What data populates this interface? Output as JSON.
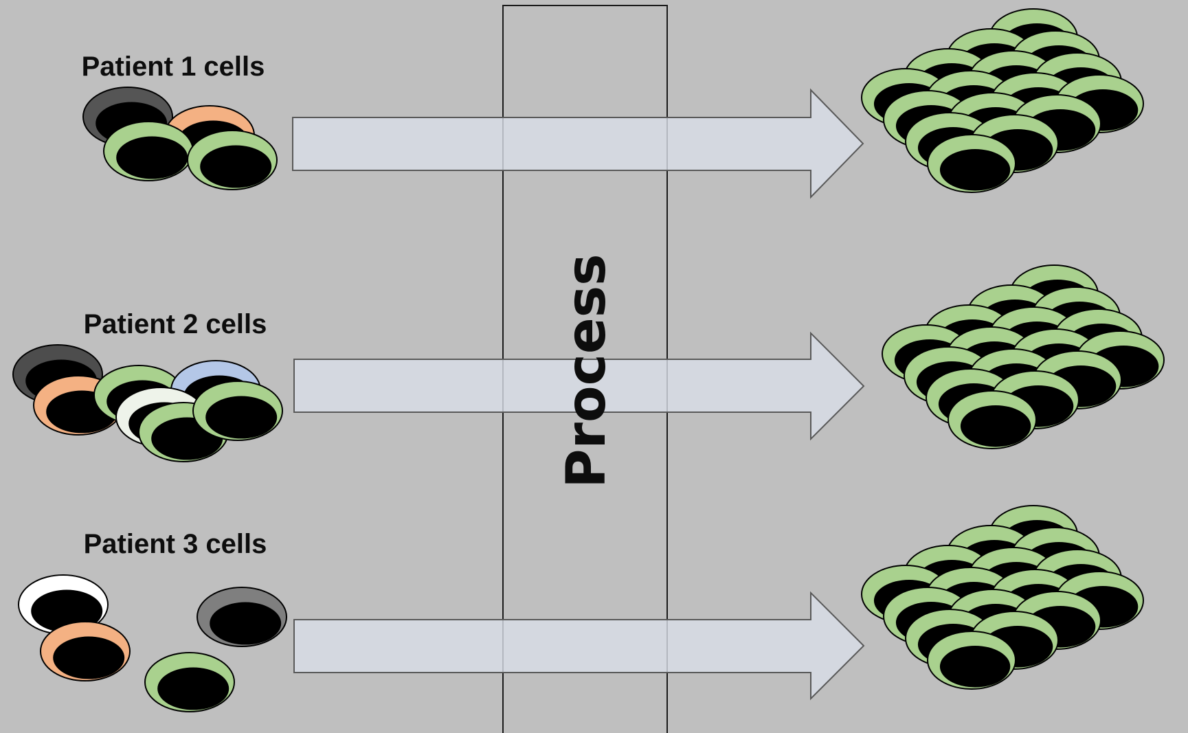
{
  "process_label": "Process",
  "rows": [
    {
      "label": "Patient 1 cells",
      "input_cells": [
        {
          "body": "#555555",
          "nucleus": "#000000"
        },
        {
          "body": "#f4b183",
          "nucleus": "#000000"
        },
        {
          "body": "#a9d18e",
          "nucleus": "#000000"
        },
        {
          "body": "#a9d18e",
          "nucleus": "#000000"
        }
      ],
      "output_cell_color": "#a9d18e"
    },
    {
      "label": "Patient 2 cells",
      "input_cells": [
        {
          "body": "#4d4d4d",
          "nucleus": "#000000"
        },
        {
          "body": "#f4b183",
          "nucleus": "#000000"
        },
        {
          "body": "#a9d18e",
          "nucleus": "#000000"
        },
        {
          "body": "#b4c7e7",
          "nucleus": "#000000"
        },
        {
          "body": "#eef3ea",
          "nucleus": "#000000"
        },
        {
          "body": "#a9d18e",
          "nucleus": "#000000"
        },
        {
          "body": "#a9d18e",
          "nucleus": "#000000"
        }
      ],
      "output_cell_color": "#a9d18e"
    },
    {
      "label": "Patient 3 cells",
      "input_cells": [
        {
          "body": "#ffffff",
          "nucleus": "#000000"
        },
        {
          "body": "#f4b183",
          "nucleus": "#000000"
        },
        {
          "body": "#7f7f7f",
          "nucleus": "#000000"
        },
        {
          "body": "#a9d18e",
          "nucleus": "#000000"
        }
      ],
      "output_cell_color": "#a9d18e"
    }
  ],
  "colors": {
    "background": "#bfbfbf",
    "arrow_fill": "#d9dfe9",
    "arrow_stroke": "#595959",
    "process_box_stroke": "#1a1a1a"
  }
}
